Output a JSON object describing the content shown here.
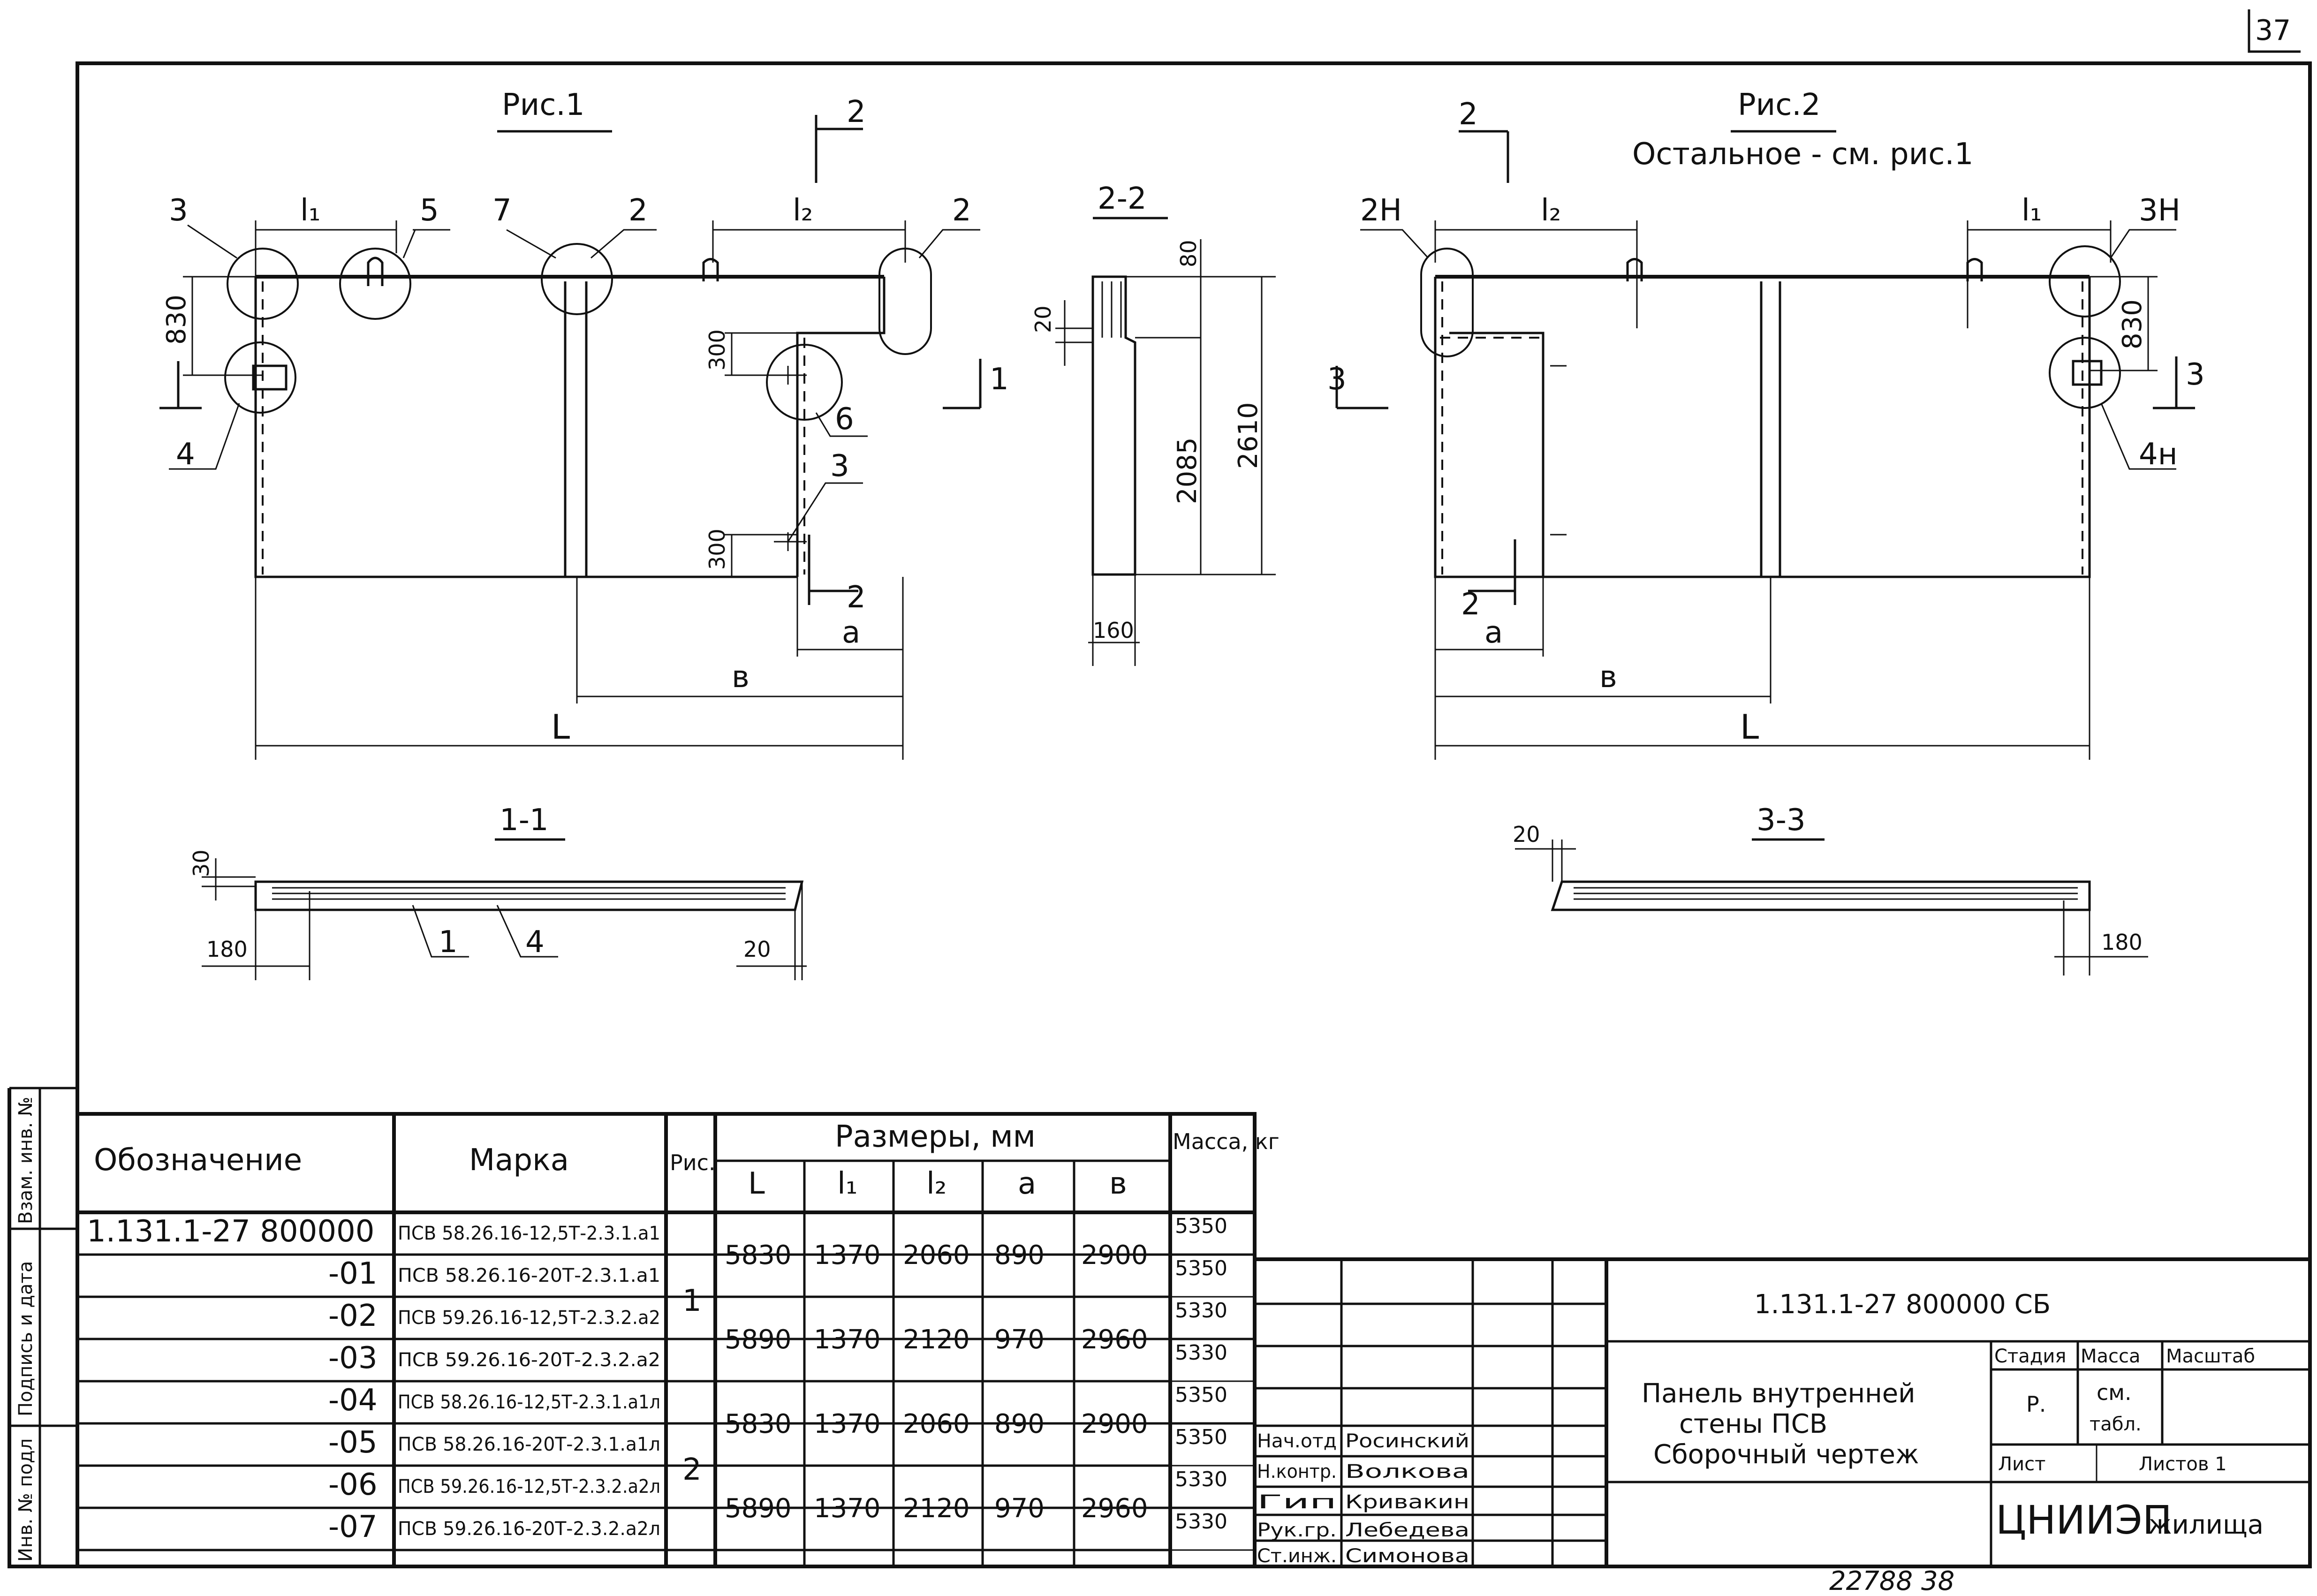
{
  "sheet": {
    "page_number": "37",
    "bottom_numbers": "22788   38"
  },
  "fig1": {
    "title": "Рис.1",
    "leaders": [
      "3",
      "5",
      "7",
      "2",
      "2",
      "6",
      "3",
      "4"
    ],
    "dims": {
      "l1": "l₁",
      "l2": "l₂",
      "a": "a",
      "b": "в",
      "L": "L",
      "830": "830",
      "300a": "300",
      "300b": "300"
    },
    "cuts": {
      "c1": "1",
      "c2top": "2",
      "c2bot": "2"
    }
  },
  "fig2": {
    "title": "Рис.2",
    "subtitle": "Остальное - см. рис.1",
    "leaders": [
      "2Н",
      "3Н",
      "4н"
    ],
    "dims": {
      "l1": "l₁",
      "l2": "l₂",
      "a": "a",
      "b": "в",
      "L": "L",
      "830": "830"
    },
    "cuts": {
      "c2": "2",
      "c3": "3",
      "c3b": "3",
      "c2b": "2"
    }
  },
  "section22": {
    "title": "2-2",
    "dims": [
      "20",
      "80",
      "2085",
      "2610",
      "160"
    ]
  },
  "section11": {
    "title": "1-1",
    "dims": [
      "30",
      "180",
      "20"
    ],
    "leaders": [
      "1",
      "4"
    ]
  },
  "section33": {
    "title": "3-3",
    "dims": [
      "20",
      "180"
    ]
  },
  "spec": {
    "headers": {
      "designation": "Обозначение",
      "mark": "Марка",
      "fig": "Рис.",
      "sizes": "Размеры, мм",
      "mass": "Масса, кг",
      "sub": [
        "L",
        "l₁",
        "l₂",
        "a",
        "в"
      ]
    },
    "rows": [
      {
        "designation": "1.131.1-27  800000",
        "mark": "ПСВ 58.26.16-12,5Т-2.3.1.а1",
        "mass": "5350"
      },
      {
        "designation": "-01",
        "mark": "ПСВ 58.26.16-20Т-2.3.1.а1",
        "mass": "5350"
      },
      {
        "designation": "-02",
        "mark": "ПСВ 59.26.16-12,5Т-2.3.2.а2",
        "mass": "5330"
      },
      {
        "designation": "-03",
        "mark": "ПСВ 59.26.16-20Т-2.3.2.а2",
        "mass": "5330"
      },
      {
        "designation": "-04",
        "mark": "ПСВ 58.26.16-12,5Т-2.3.1.а1л",
        "mass": "5350"
      },
      {
        "designation": "-05",
        "mark": "ПСВ 58.26.16-20Т-2.3.1.а1л",
        "mass": "5350"
      },
      {
        "designation": "-06",
        "mark": "ПСВ 59.26.16-12,5Т-2.3.2.а2л",
        "mass": "5330"
      },
      {
        "designation": "-07",
        "mark": "ПСВ 59.26.16-20Т-2.3.2.а2л",
        "mass": "5330"
      }
    ],
    "groups": [
      {
        "L": "5830",
        "l1": "1370",
        "l2": "2060",
        "a": "890",
        "b": "2900",
        "fig": "1"
      },
      {
        "L": "5890",
        "l1": "1370",
        "l2": "2120",
        "a": "970",
        "b": "2960"
      },
      {
        "L": "5830",
        "l1": "1370",
        "l2": "2060",
        "a": "890",
        "b": "2900",
        "fig": "2"
      },
      {
        "L": "5890",
        "l1": "1370",
        "l2": "2120",
        "a": "970",
        "b": "2960"
      }
    ]
  },
  "side_stamp": [
    "Взам. инв. №",
    "Подпись и дата",
    "Инв. № подл"
  ],
  "title_block": {
    "code": "1.131.1-27  800000 СБ",
    "name": [
      "Панель внутренней",
      "стены ПСВ",
      "Сборочный чертеж"
    ],
    "stage_h": "Стадия",
    "mass_h": "Масса",
    "scale_h": "Масштаб",
    "stage": "Р.",
    "mass_l1": "см.",
    "mass_l2": "табл.",
    "sheet_h": "Лист",
    "sheets_h": "Листов 1",
    "org": "ЦНИИЭП",
    "org2": "жилища",
    "roles": [
      {
        "role": "Нач.отд",
        "name": "Росинский"
      },
      {
        "role": "Н.контр.",
        "name": "Волкова"
      },
      {
        "role": "Гип",
        "name": "Кривакин"
      },
      {
        "role": "Рук.гр.",
        "name": "Лебедева"
      },
      {
        "role": "Ст.инж.",
        "name": "Симонова"
      }
    ]
  }
}
